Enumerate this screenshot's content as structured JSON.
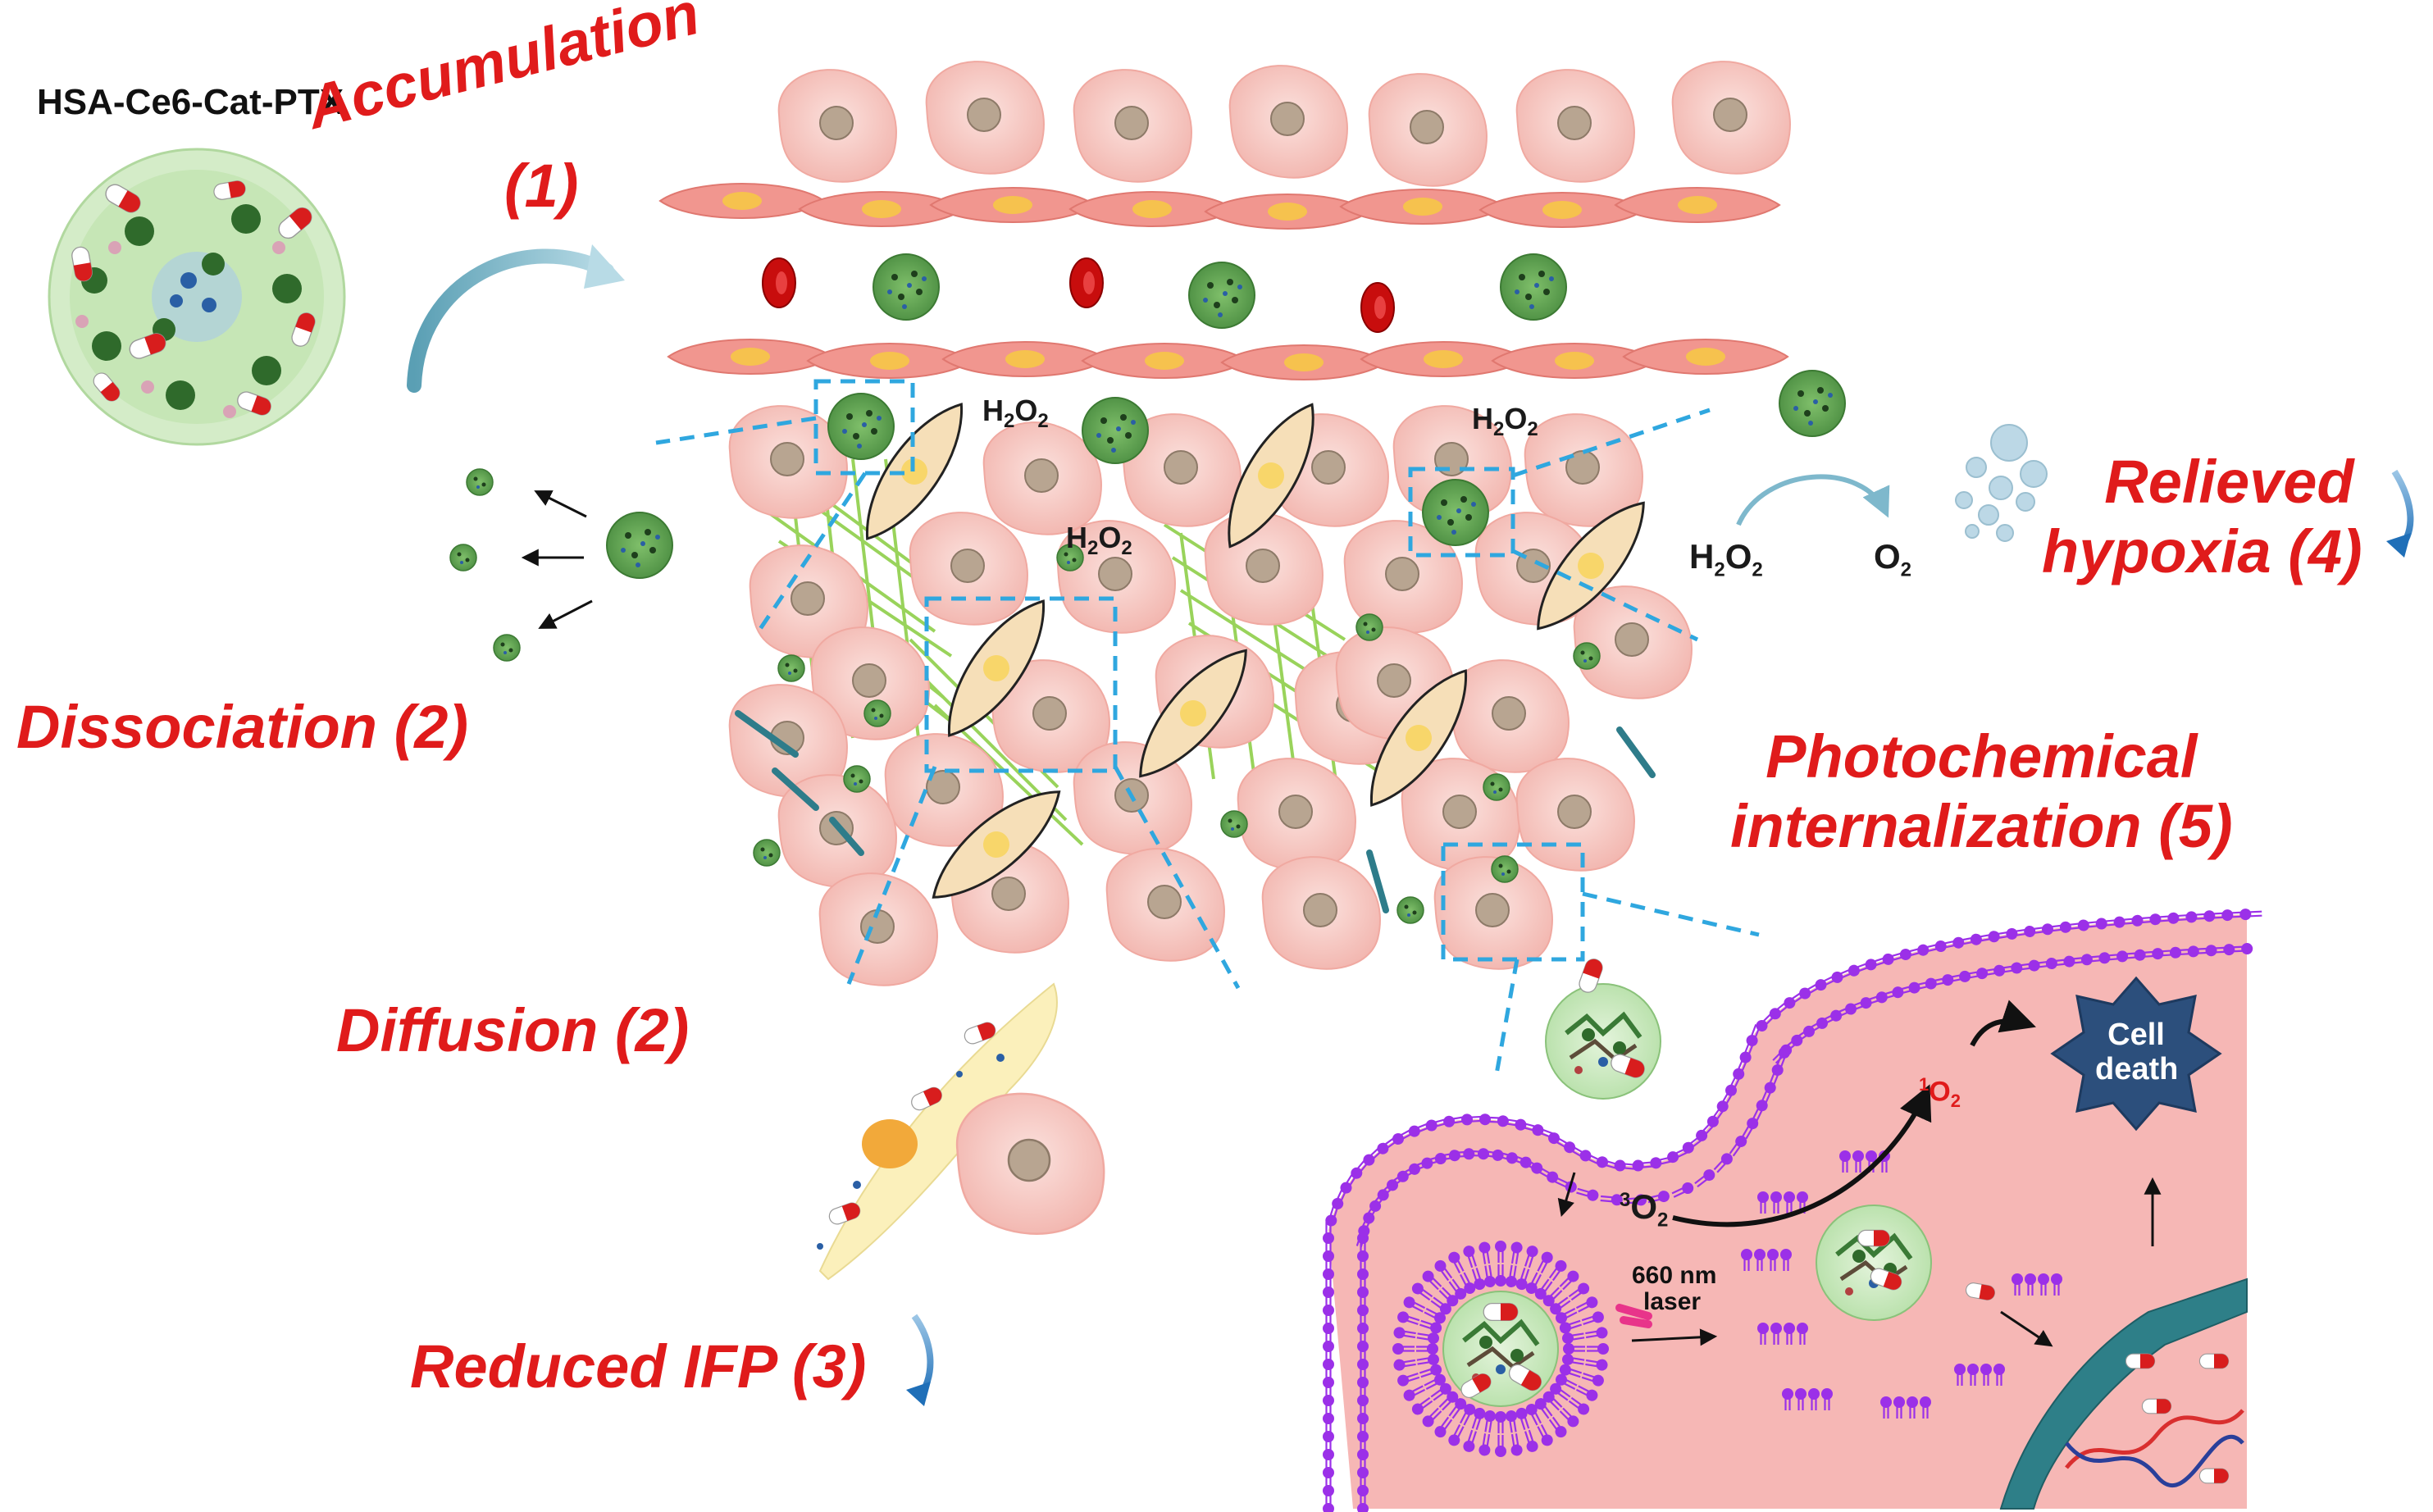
{
  "nanoparticle_label": "HSA-Ce6-Cat-PTX",
  "steps": {
    "accumulation": "Accumulation",
    "accumulation_num": "(1)",
    "dissociation": "Dissociation (2)",
    "diffusion": "Diffusion (2)",
    "reduced_ifp": "Reduced IFP (3)",
    "relieved_line1": "Relieved",
    "relieved_line2": "hypoxia (4)",
    "pci_line1": "Photochemical",
    "pci_line2": "internalization (5)"
  },
  "chemistry": {
    "h2o2_1_main": "H",
    "h2o2_1_sub1": "2",
    "h2o2_1_o": "O",
    "h2o2_1_sub2": "2",
    "h2o2_2_main": "H",
    "h2o2_2_sub1": "2",
    "h2o2_2_o": "O",
    "h2o2_2_sub2": "2",
    "h2o2_3_main": "H",
    "h2o2_3_sub1": "2",
    "h2o2_3_o": "O",
    "h2o2_3_sub2": "2",
    "h2o2_4_main": "H",
    "h2o2_4_sub1": "2",
    "h2o2_4_o": "O",
    "h2o2_4_sub2": "2",
    "o2_main": "O",
    "o2_sub": "2",
    "triplet_sup": "3",
    "triplet_main": "O",
    "triplet_sub": "2",
    "singlet_sup": "1",
    "singlet_main": "O",
    "singlet_sub": "2"
  },
  "laser_line1": "660 nm",
  "laser_line2": "laser",
  "cell_death_line1": "Cell",
  "cell_death_line2": "death",
  "colors": {
    "label_red": "#e01b1b",
    "cell_pink": "#f7c9c4",
    "nucleus": "#b8a591",
    "nanoparticle_green": "#5fa052",
    "collagen_green": "#8fcf4a",
    "membrane_purple": "#9b30e8",
    "cytoplasm_pink": "#f6b7b5",
    "dashed_blue": "#2fa7df",
    "star_navy": "#2c4f7c",
    "arrow_blue": "#2e86c9"
  }
}
